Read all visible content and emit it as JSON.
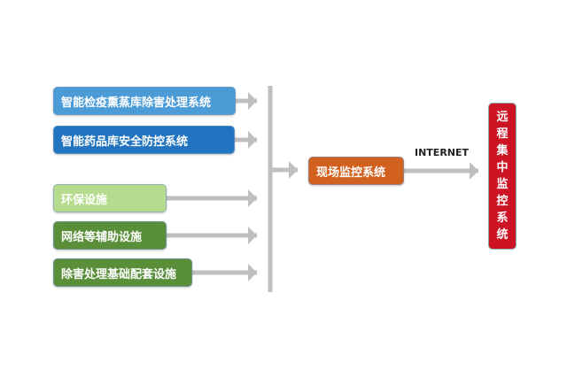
{
  "inputs": [
    {
      "label": "智能检疫熏蒸库除害处理系统",
      "color": "#4a9bd6"
    },
    {
      "label": "智能药品库安全防控系统",
      "color": "#2175c0"
    },
    {
      "label": "环保设施",
      "color": "#b5dc8e"
    },
    {
      "label": "网络等辅助设施",
      "color": "#5a8f3a"
    },
    {
      "label": "除害处理基础配套设施",
      "color": "#5a8f3a"
    }
  ],
  "site": {
    "label": "现场监控系统",
    "color": "#d2601e"
  },
  "link": {
    "label": "INTERNET"
  },
  "remote": {
    "label": "远程集中监控系统",
    "color": "#cc1424"
  },
  "arrow_color": "#bfbfbf"
}
